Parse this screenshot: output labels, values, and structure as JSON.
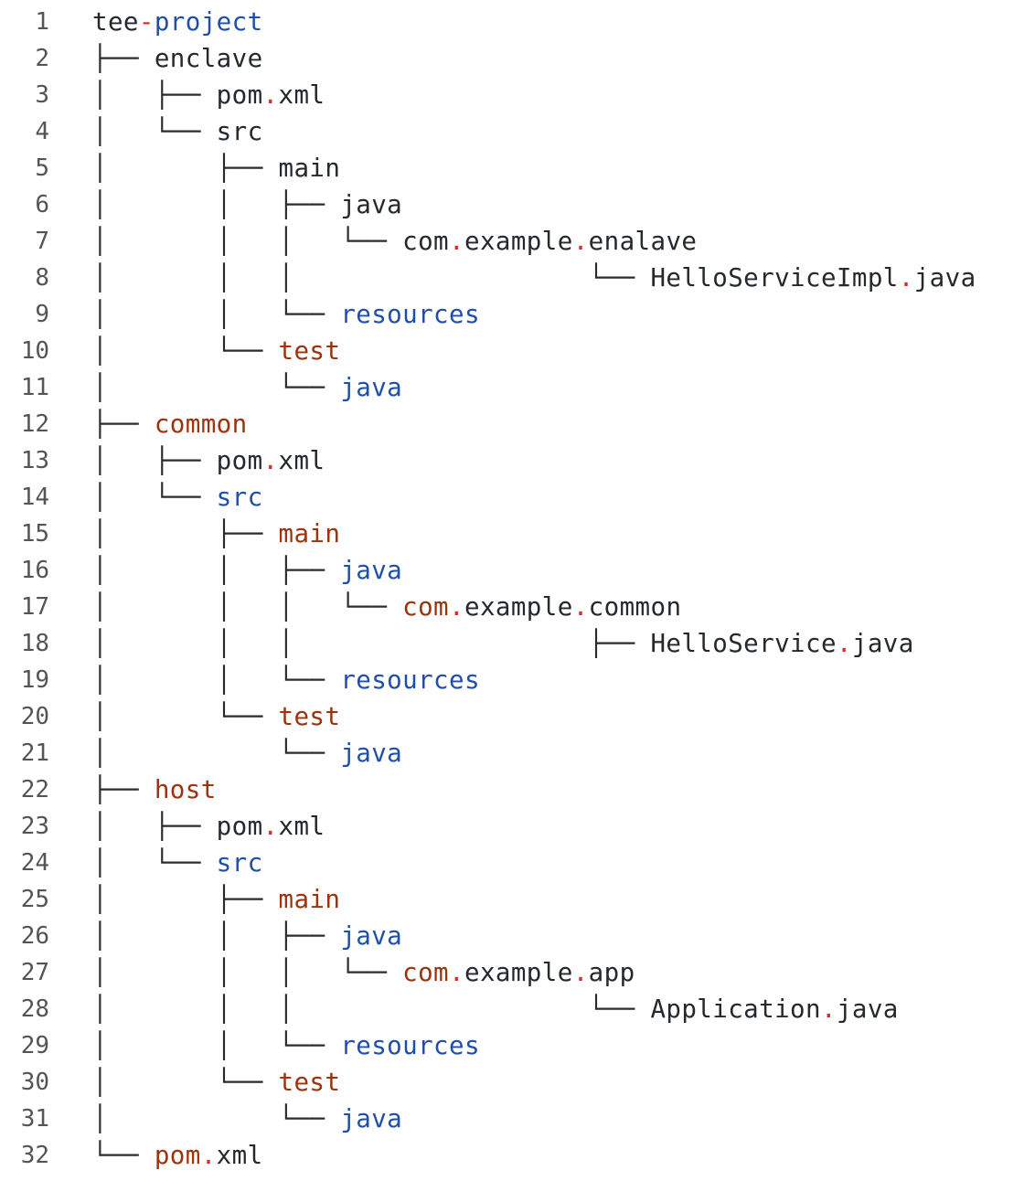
{
  "colors": {
    "plain": "#24292e",
    "blue": "#1f4fa8",
    "brown": "#a0320b",
    "punct": "#d0312d",
    "line_number": "#555555"
  },
  "lines": [
    {
      "n": "1",
      "tokens": [
        [
          "plain",
          "tee"
        ],
        [
          "punct",
          "-"
        ],
        [
          "blue",
          "project"
        ]
      ]
    },
    {
      "n": "2",
      "tokens": [
        [
          "tree",
          "├── "
        ],
        [
          "plain",
          "enclave"
        ]
      ]
    },
    {
      "n": "3",
      "tokens": [
        [
          "tree",
          "│   ├── "
        ],
        [
          "plain",
          "pom"
        ],
        [
          "punct",
          "."
        ],
        [
          "plain",
          "xml"
        ]
      ]
    },
    {
      "n": "4",
      "tokens": [
        [
          "tree",
          "│   └── "
        ],
        [
          "plain",
          "src"
        ]
      ]
    },
    {
      "n": "5",
      "tokens": [
        [
          "tree",
          "│       ├── "
        ],
        [
          "plain",
          "main"
        ]
      ]
    },
    {
      "n": "6",
      "tokens": [
        [
          "tree",
          "│       │   ├── "
        ],
        [
          "plain",
          "java"
        ]
      ]
    },
    {
      "n": "7",
      "tokens": [
        [
          "tree",
          "│       │   │   └── "
        ],
        [
          "plain",
          "com"
        ],
        [
          "punct",
          "."
        ],
        [
          "plain",
          "example"
        ],
        [
          "punct",
          "."
        ],
        [
          "plain",
          "enalave"
        ]
      ]
    },
    {
      "n": "8",
      "tokens": [
        [
          "tree",
          "│       │   │                   └── "
        ],
        [
          "plain",
          "HelloServiceImpl"
        ],
        [
          "punct",
          "."
        ],
        [
          "plain",
          "java"
        ]
      ]
    },
    {
      "n": "9",
      "tokens": [
        [
          "tree",
          "│       │   └── "
        ],
        [
          "blue",
          "resources"
        ]
      ]
    },
    {
      "n": "10",
      "tokens": [
        [
          "tree",
          "│       └── "
        ],
        [
          "brown",
          "test"
        ]
      ]
    },
    {
      "n": "11",
      "tokens": [
        [
          "tree",
          "│           └── "
        ],
        [
          "blue",
          "java"
        ]
      ]
    },
    {
      "n": "12",
      "tokens": [
        [
          "tree",
          "├── "
        ],
        [
          "brown",
          "common"
        ]
      ]
    },
    {
      "n": "13",
      "tokens": [
        [
          "tree",
          "│   ├── "
        ],
        [
          "plain",
          "pom"
        ],
        [
          "punct",
          "."
        ],
        [
          "plain",
          "xml"
        ]
      ]
    },
    {
      "n": "14",
      "tokens": [
        [
          "tree",
          "│   └── "
        ],
        [
          "blue",
          "src"
        ]
      ]
    },
    {
      "n": "15",
      "tokens": [
        [
          "tree",
          "│       ├── "
        ],
        [
          "brown",
          "main"
        ]
      ]
    },
    {
      "n": "16",
      "tokens": [
        [
          "tree",
          "│       │   ├── "
        ],
        [
          "blue",
          "java"
        ]
      ]
    },
    {
      "n": "17",
      "tokens": [
        [
          "tree",
          "│       │   │   └── "
        ],
        [
          "brown",
          "com"
        ],
        [
          "punct",
          "."
        ],
        [
          "plain",
          "example"
        ],
        [
          "punct",
          "."
        ],
        [
          "plain",
          "common"
        ]
      ]
    },
    {
      "n": "18",
      "tokens": [
        [
          "tree",
          "│       │   │                   ├── "
        ],
        [
          "plain",
          "HelloService"
        ],
        [
          "punct",
          "."
        ],
        [
          "plain",
          "java"
        ]
      ]
    },
    {
      "n": "19",
      "tokens": [
        [
          "tree",
          "│       │   └── "
        ],
        [
          "blue",
          "resources"
        ]
      ]
    },
    {
      "n": "20",
      "tokens": [
        [
          "tree",
          "│       └── "
        ],
        [
          "brown",
          "test"
        ]
      ]
    },
    {
      "n": "21",
      "tokens": [
        [
          "tree",
          "│           └── "
        ],
        [
          "blue",
          "java"
        ]
      ]
    },
    {
      "n": "22",
      "tokens": [
        [
          "tree",
          "├── "
        ],
        [
          "brown",
          "host"
        ]
      ]
    },
    {
      "n": "23",
      "tokens": [
        [
          "tree",
          "│   ├── "
        ],
        [
          "plain",
          "pom"
        ],
        [
          "punct",
          "."
        ],
        [
          "plain",
          "xml"
        ]
      ]
    },
    {
      "n": "24",
      "tokens": [
        [
          "tree",
          "│   └── "
        ],
        [
          "blue",
          "src"
        ]
      ]
    },
    {
      "n": "25",
      "tokens": [
        [
          "tree",
          "│       ├── "
        ],
        [
          "brown",
          "main"
        ]
      ]
    },
    {
      "n": "26",
      "tokens": [
        [
          "tree",
          "│       │   ├── "
        ],
        [
          "blue",
          "java"
        ]
      ]
    },
    {
      "n": "27",
      "tokens": [
        [
          "tree",
          "│       │   │   └── "
        ],
        [
          "brown",
          "com"
        ],
        [
          "punct",
          "."
        ],
        [
          "plain",
          "example"
        ],
        [
          "punct",
          "."
        ],
        [
          "plain",
          "app"
        ]
      ]
    },
    {
      "n": "28",
      "tokens": [
        [
          "tree",
          "│       │   │                   └── "
        ],
        [
          "plain",
          "Application"
        ],
        [
          "punct",
          "."
        ],
        [
          "plain",
          "java"
        ]
      ]
    },
    {
      "n": "29",
      "tokens": [
        [
          "tree",
          "│       │   └── "
        ],
        [
          "blue",
          "resources"
        ]
      ]
    },
    {
      "n": "30",
      "tokens": [
        [
          "tree",
          "│       └── "
        ],
        [
          "brown",
          "test"
        ]
      ]
    },
    {
      "n": "31",
      "tokens": [
        [
          "tree",
          "│           └── "
        ],
        [
          "blue",
          "java"
        ]
      ]
    },
    {
      "n": "32",
      "tokens": [
        [
          "tree",
          "└── "
        ],
        [
          "brown",
          "pom"
        ],
        [
          "punct",
          "."
        ],
        [
          "plain",
          "xml"
        ]
      ]
    }
  ]
}
